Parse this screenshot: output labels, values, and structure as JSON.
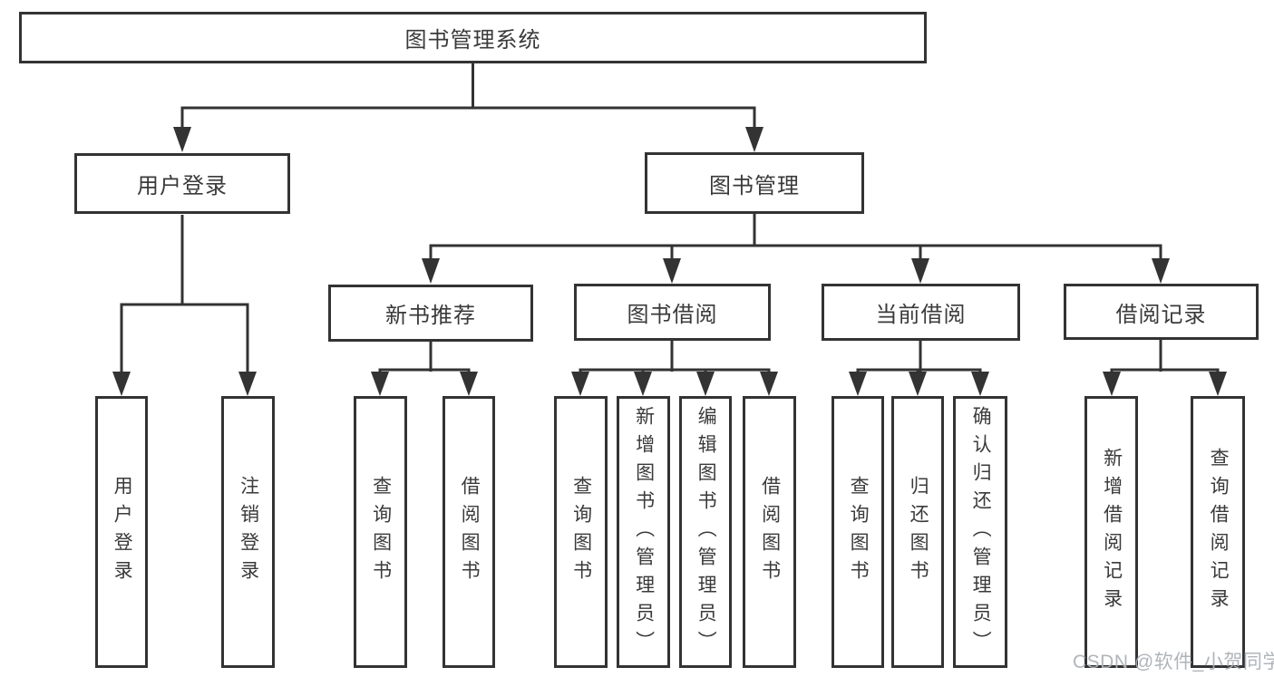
{
  "diagram": {
    "type": "hierarchy-tree",
    "title": "图书管理系统",
    "nodes": {
      "root": {
        "label": "图书管理系统"
      },
      "user_login": {
        "label": "用户登录"
      },
      "book_mgmt": {
        "label": "图书管理"
      },
      "login": {
        "label": "用户登录"
      },
      "logout": {
        "label": "注销登录"
      },
      "new_books": {
        "label": "新书推荐"
      },
      "borrow": {
        "label": "图书借阅"
      },
      "current": {
        "label": "当前借阅"
      },
      "records": {
        "label": "借阅记录"
      },
      "nb_query": {
        "label": "查询图书"
      },
      "nb_borrow": {
        "label": "借阅图书"
      },
      "bw_query": {
        "label": "查询图书"
      },
      "bw_add": {
        "label": "新增图书（管理员）"
      },
      "bw_edit": {
        "label": "编辑图书（管理员）"
      },
      "bw_borrow": {
        "label": "借阅图书"
      },
      "cr_query": {
        "label": "查询图书"
      },
      "cr_return": {
        "label": "归还图书"
      },
      "cr_confirm": {
        "label": "确认归还（管理员）"
      },
      "rc_add": {
        "label": "新增借阅记录"
      },
      "rc_query": {
        "label": "查询借阅记录"
      }
    },
    "hierarchy": {
      "图书管理系统": {
        "用户登录": [
          "用户登录",
          "注销登录"
        ],
        "图书管理": {
          "新书推荐": [
            "查询图书",
            "借阅图书"
          ],
          "图书借阅": [
            "查询图书",
            "新增图书（管理员）",
            "编辑图书（管理员）",
            "借阅图书"
          ],
          "当前借阅": [
            "查询图书",
            "归还图书",
            "确认归还（管理员）"
          ],
          "借阅记录": [
            "新增借阅记录",
            "查询借阅记录"
          ]
        }
      }
    },
    "colors": {
      "line": "#333333",
      "box_border": "#333333",
      "box_background": "#ffffff",
      "text": "#3a3a3a",
      "background": "#ffffff",
      "watermark": "#acb1b6"
    }
  },
  "watermark": {
    "text": "CSDN @软件_小贺同学"
  }
}
